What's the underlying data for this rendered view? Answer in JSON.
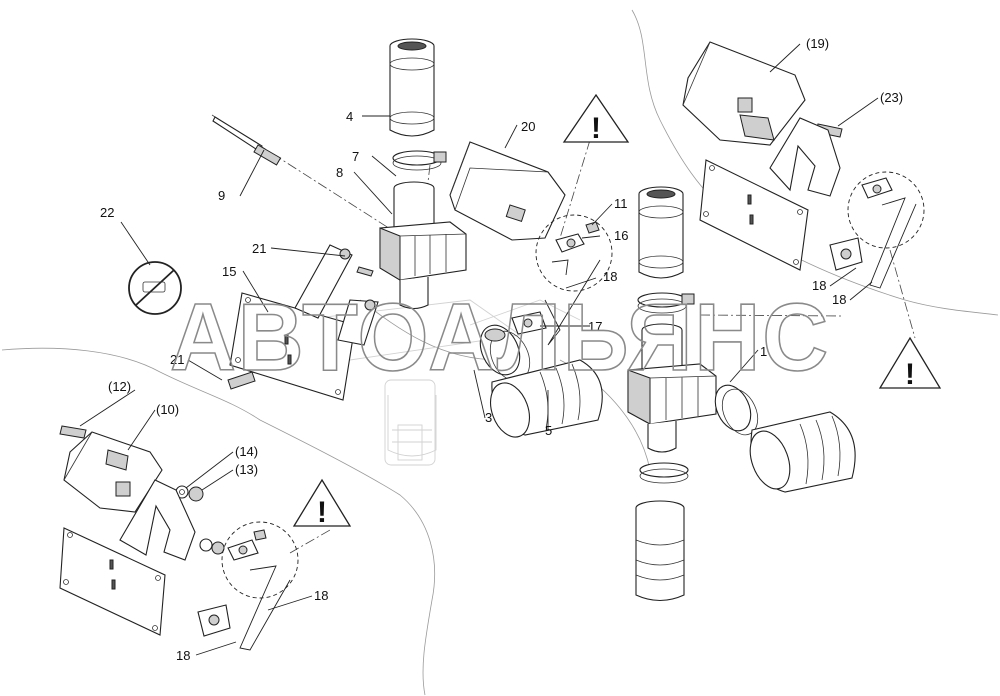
{
  "watermark": "АВТОАЛЬЯНС",
  "warning_glyph": "!",
  "labels": {
    "l1": "1",
    "l3": "3",
    "l4": "4",
    "l5": "5",
    "l7": "7",
    "l8": "8",
    "l9": "9",
    "l10": "(10)",
    "l11": "11",
    "l12": "(12)",
    "l13": "(13)",
    "l14": "(14)",
    "l15": "15",
    "l16": "16",
    "l17": "17",
    "l18a": "18",
    "l18b": "18",
    "l18c": "18",
    "l18d": "18",
    "l18e": "18",
    "l19": "(19)",
    "l20": "20",
    "l21a": "21",
    "l21b": "21",
    "l22": "22",
    "l23": "(23)"
  }
}
